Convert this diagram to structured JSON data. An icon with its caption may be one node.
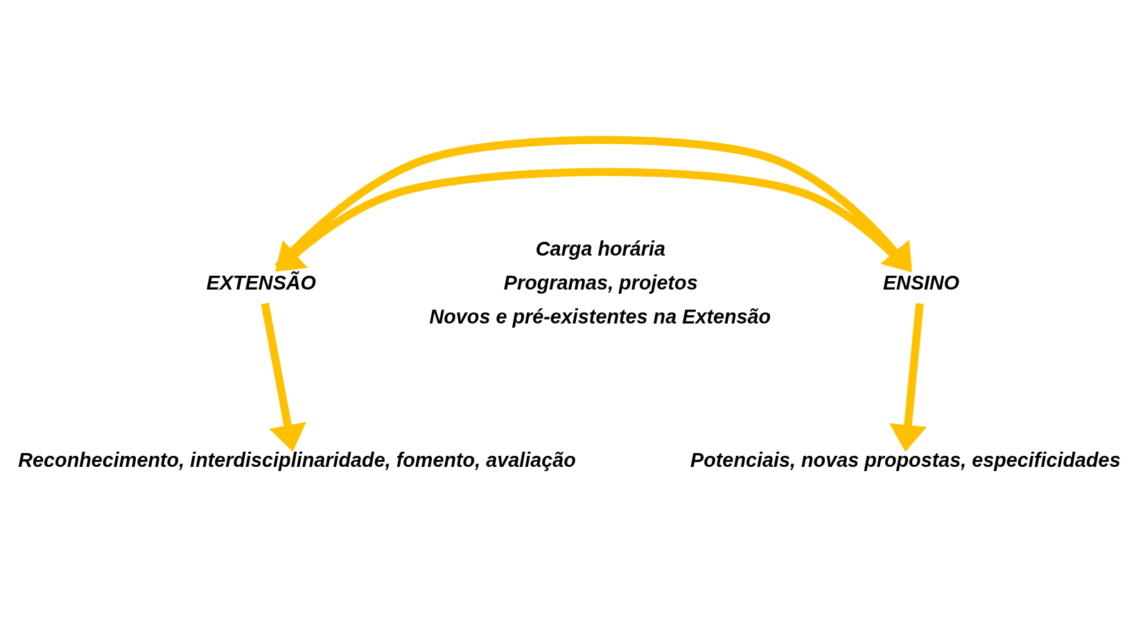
{
  "diagram": {
    "nodes": [
      {
        "text": [
          "EXTENSÃO"
        ]
      },
      {
        "text": [
          "ENSINO"
        ]
      },
      {
        "text": [
          "Reconhecimento, interdisciplinaridade, fomento, avaliação"
        ]
      },
      {
        "text": [
          "Potenciais, novas propostas, especificidades"
        ]
      }
    ],
    "edges": [
      {
        "from": 1,
        "to": 0,
        "arrow": "to"
      },
      {
        "from": 0,
        "to": 1,
        "arrow": "to"
      },
      {
        "from": 0,
        "to": 2,
        "arrow": "to"
      },
      {
        "from": 1,
        "to": 3,
        "arrow": "to"
      }
    ],
    "labels": [
      "Carga horária",
      "Programas, projetos",
      "Novos e pré-existentes na Extensão"
    ]
  }
}
